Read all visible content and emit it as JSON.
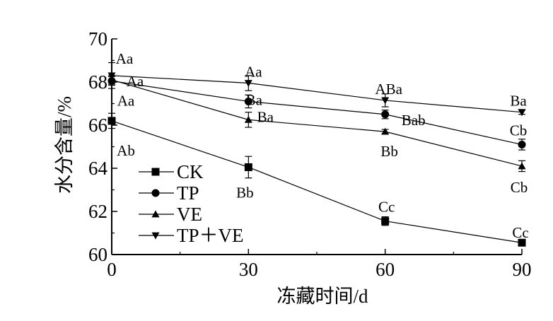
{
  "chart_data": {
    "type": "line",
    "xlabel": "冻藏时间/d",
    "ylabel": "水分含量/%",
    "x": [
      0,
      30,
      60,
      90
    ],
    "xticks": [
      "0",
      "30",
      "60",
      "90"
    ],
    "xlim": [
      0,
      90
    ],
    "yticks": [
      "60",
      "62",
      "64",
      "66",
      "68",
      "70"
    ],
    "ylim": [
      60,
      70
    ],
    "grid": false,
    "legend_position": "bottom-left",
    "series": [
      {
        "name": "CK",
        "marker": "square",
        "values": [
          66.2,
          64.05,
          61.55,
          60.55
        ],
        "errors": [
          0.35,
          0.5,
          0.2,
          0.1
        ],
        "labels": [
          "Ab",
          "Bb",
          "Cc",
          "Cc"
        ]
      },
      {
        "name": "TP",
        "marker": "circle",
        "values": [
          68.05,
          67.1,
          66.5,
          65.1
        ],
        "errors": [
          0.2,
          0.3,
          0.2,
          0.25
        ],
        "labels": [
          "Aa",
          "Ba",
          "Bab",
          "Cb"
        ]
      },
      {
        "name": "VE",
        "marker": "triangle-up",
        "values": [
          68.1,
          66.25,
          65.7,
          64.1
        ],
        "errors": [
          0.2,
          0.35,
          0.1,
          0.25
        ],
        "labels": [
          "Aa",
          "Ba",
          "Bb",
          "Cb"
        ]
      },
      {
        "name": "TP＋VE",
        "marker": "triangle-down",
        "values": [
          68.3,
          67.95,
          67.15,
          66.6
        ],
        "errors": [
          0.6,
          0.35,
          0.3,
          0.1
        ],
        "labels": [
          "Aa",
          "Aa",
          "ABa",
          "Ba"
        ]
      }
    ]
  }
}
